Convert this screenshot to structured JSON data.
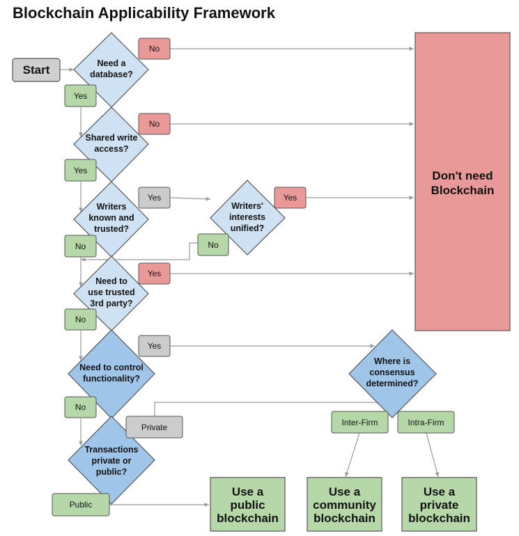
{
  "title": "Blockchain Applicability Framework",
  "start": "Start",
  "colors": {
    "decision_light": "#cfe2f3",
    "decision_dark": "#9fc5e8",
    "yes_green": "#b6d7a8",
    "no_red": "#ea9999",
    "neutral_gray": "#cccccc",
    "outcome_green": "#b6d7a8",
    "outcome_red": "#ea9999"
  },
  "decisions": {
    "need_database": [
      "Need a",
      "database?"
    ],
    "shared_write": [
      "Shared write",
      "access?"
    ],
    "writers_known": [
      "Writers",
      "known and",
      "trusted?"
    ],
    "writers_interests": [
      "Writers'",
      "interests",
      "unified?"
    ],
    "trusted_third_party": [
      "Need to",
      "use trusted",
      "3rd party?"
    ],
    "control_functionality": [
      "Need to control",
      "functionality?"
    ],
    "consensus": [
      "Where is",
      "consensus",
      "determined?"
    ],
    "transactions": [
      "Transactions",
      "private or",
      "public?"
    ]
  },
  "labels": {
    "db_no": "No",
    "db_yes": "Yes",
    "sw_no": "No",
    "sw_yes": "Yes",
    "wk_yes": "Yes",
    "wk_no": "No",
    "wi_yes": "Yes",
    "wi_no": "No",
    "tp_yes": "Yes",
    "tp_no": "No",
    "cf_yes": "Yes",
    "cf_no": "No",
    "tx_private": "Private",
    "tx_public": "Public",
    "inter_firm": "Inter-Firm",
    "intra_firm": "Intra-Firm"
  },
  "outcomes": {
    "dont_need": [
      "Don't need",
      "Blockchain"
    ],
    "public": [
      "Use a",
      "public",
      "blockchain"
    ],
    "community": [
      "Use a",
      "community",
      "blockchain"
    ],
    "private": [
      "Use a",
      "private",
      "blockchain"
    ]
  }
}
